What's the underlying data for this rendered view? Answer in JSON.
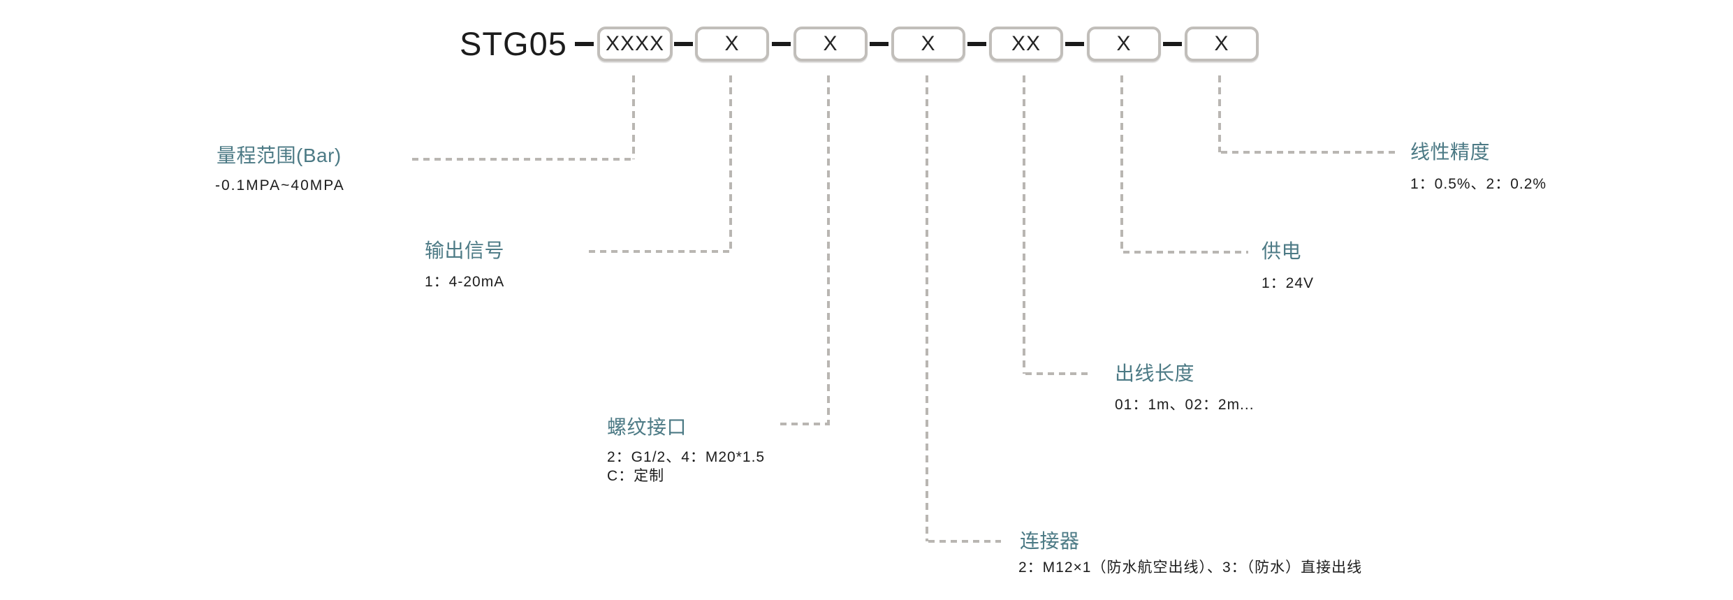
{
  "diagram": {
    "model_prefix": "STG05",
    "segments": [
      {
        "code": "XXXX",
        "title": "量程范围(Bar)",
        "desc": "-0.1MPA~40MPA"
      },
      {
        "code": "X",
        "title": "输出信号",
        "desc": "1：4-20mA"
      },
      {
        "code": "X",
        "title": "螺纹接口",
        "desc": "2：G1/2、4：M20*1.5",
        "desc2": "C：定制"
      },
      {
        "code": "X",
        "title": "连接器",
        "desc": "2：M12×1（防水航空出线）、3：（防水）直接出线"
      },
      {
        "code": "XX",
        "title": "出线长度",
        "desc": "01：1m、02：2m..."
      },
      {
        "code": "X",
        "title": "供电",
        "desc": "1：24V"
      },
      {
        "code": "X",
        "title": "线性精度",
        "desc": "1：0.5%、2：0.2%"
      }
    ],
    "colors": {
      "accent_teal": "#4c7a85",
      "text_dark": "#1c1c1c",
      "box_border": "#c1beba",
      "dashed_line": "#b9b6b2"
    }
  }
}
